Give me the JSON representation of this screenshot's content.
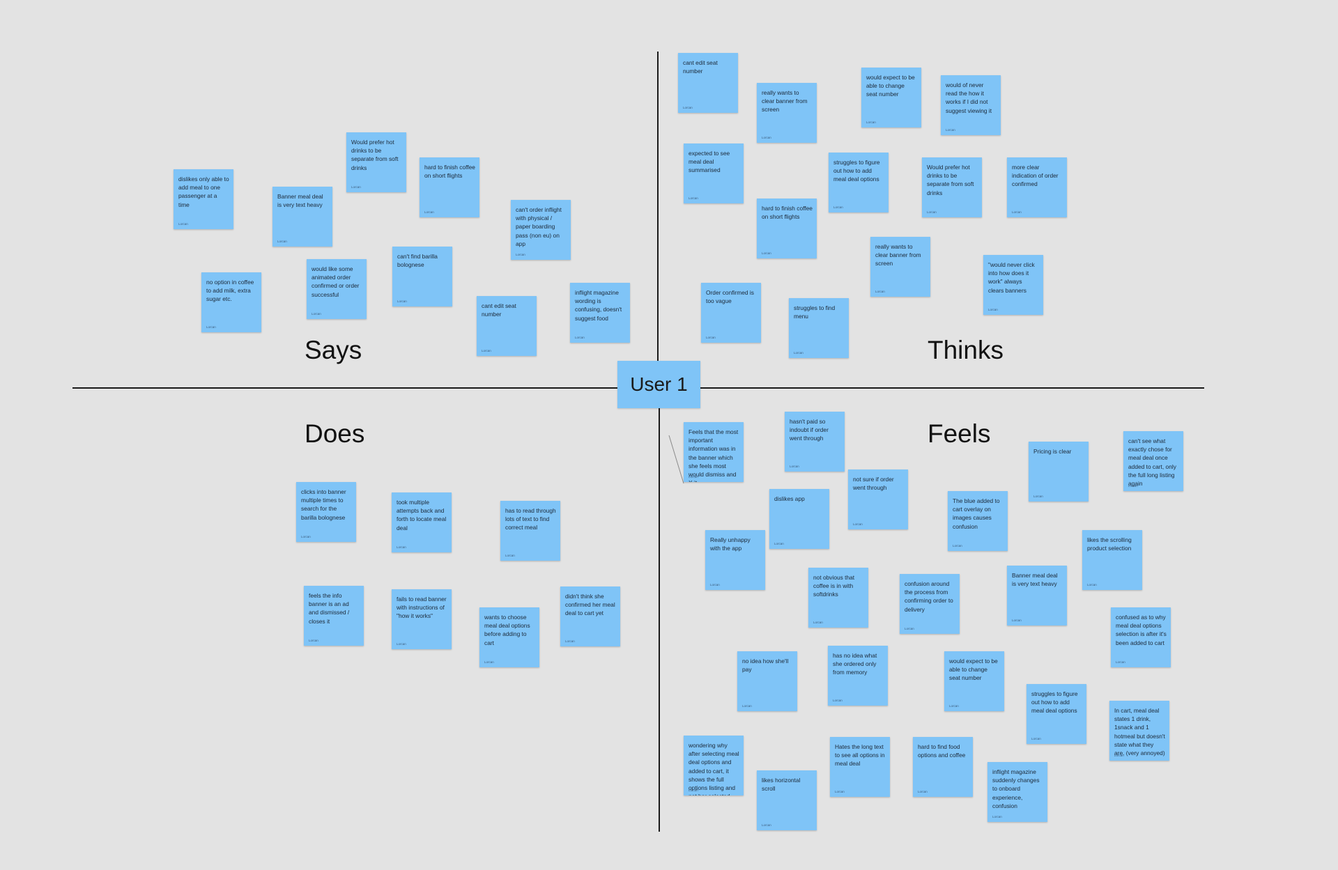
{
  "center_title": "User 1",
  "quadrants": {
    "says": "Says",
    "thinks": "Thinks",
    "does": "Does",
    "feels": "Feels"
  },
  "note_author": "Lorcan",
  "notes": [
    {
      "quadrant": "says",
      "text": "dislikes only able to add meal to one passenger at a time"
    },
    {
      "quadrant": "says",
      "text": "Banner meal deal is very text heavy"
    },
    {
      "quadrant": "says",
      "text": "Would prefer hot drinks to be separate from soft drinks"
    },
    {
      "quadrant": "says",
      "text": "hard to finish coffee on short flights"
    },
    {
      "quadrant": "says",
      "text": "can't order inflight with physical / paper boarding pass (non eu) on app"
    },
    {
      "quadrant": "says",
      "text": "no option in coffee to add milk, extra sugar etc."
    },
    {
      "quadrant": "says",
      "text": "would like some animated order confirmed or order successful"
    },
    {
      "quadrant": "says",
      "text": "can't find barilla bolognese"
    },
    {
      "quadrant": "says",
      "text": "cant edit seat number"
    },
    {
      "quadrant": "says",
      "text": "inflight magazine wording is confusing, doesn't suggest food"
    },
    {
      "quadrant": "thinks",
      "text": "cant edit seat number"
    },
    {
      "quadrant": "thinks",
      "text": "really wants to clear banner from screen"
    },
    {
      "quadrant": "thinks",
      "text": "would expect to be able to change seat number"
    },
    {
      "quadrant": "thinks",
      "text": "would of never read the how it works if I did not suggest viewing it"
    },
    {
      "quadrant": "thinks",
      "text": "expected to see meal deal summarised"
    },
    {
      "quadrant": "thinks",
      "text": "struggles to figure out how to add meal deal options"
    },
    {
      "quadrant": "thinks",
      "text": "Would prefer hot drinks to be separate from soft drinks"
    },
    {
      "quadrant": "thinks",
      "text": "more clear indication of order confirmed"
    },
    {
      "quadrant": "thinks",
      "text": "hard to finish coffee on short flights"
    },
    {
      "quadrant": "thinks",
      "text": "really wants to clear banner from screen"
    },
    {
      "quadrant": "thinks",
      "text": "\"would never click into how does it work\" always clears banners"
    },
    {
      "quadrant": "thinks",
      "text": "Order confirmed is too vague"
    },
    {
      "quadrant": "thinks",
      "text": "struggles to find menu"
    },
    {
      "quadrant": "does",
      "text": "clicks into banner multiple times to search for the barilla bolognese"
    },
    {
      "quadrant": "does",
      "text": "took multiple attempts back and forth to locate meal deal"
    },
    {
      "quadrant": "does",
      "text": "has to read through lots of text to find correct meal"
    },
    {
      "quadrant": "does",
      "text": "feels the info banner is an ad and dismissed / closes it"
    },
    {
      "quadrant": "does",
      "text": "fails to read banner with instructions of \"how it works\""
    },
    {
      "quadrant": "does",
      "text": "wants to choose meal deal options before adding to cart"
    },
    {
      "quadrant": "does",
      "text": "didn't think she confirmed her meal deal to cart yet"
    },
    {
      "quadrant": "feels",
      "text": "Feels that the most important information was in the banner which she feels most would dismiss and X it"
    },
    {
      "quadrant": "feels",
      "text": "hasn't paid so indoubt if order went through"
    },
    {
      "quadrant": "feels",
      "text": "not sure if order went through"
    },
    {
      "quadrant": "feels",
      "text": "Pricing is clear"
    },
    {
      "quadrant": "feels",
      "text": "can't see what exactly chose for meal deal once added to cart, only the full long listing again"
    },
    {
      "quadrant": "feels",
      "text": "dislikes app"
    },
    {
      "quadrant": "feels",
      "text": "The blue added to cart overlay on images causes confusion"
    },
    {
      "quadrant": "feels",
      "text": "Really unhappy with the app"
    },
    {
      "quadrant": "feels",
      "text": "likes the scrolling product selection"
    },
    {
      "quadrant": "feels",
      "text": "not obvious that coffee is in with softdrinks"
    },
    {
      "quadrant": "feels",
      "text": "confusion around the process from confirming order to delivery"
    },
    {
      "quadrant": "feels",
      "text": "Banner meal deal is very text heavy"
    },
    {
      "quadrant": "feels",
      "text": "confused as to why meal deal options selection is after it's been added to cart"
    },
    {
      "quadrant": "feels",
      "text": "no idea how she'll pay"
    },
    {
      "quadrant": "feels",
      "text": "has no idea what she ordered only from memory"
    },
    {
      "quadrant": "feels",
      "text": "would expect to be able to change seat number"
    },
    {
      "quadrant": "feels",
      "text": "struggles to figure out how to add meal deal options"
    },
    {
      "quadrant": "feels",
      "text": "In cart, meal deal states 1 drink, 1snack and 1 hotmeal but doesn't state what they are. (very annoyed)"
    },
    {
      "quadrant": "feels",
      "text": "wondering why after selecting meal deal options and added to cart, it shows the full options listing and not her selected options"
    },
    {
      "quadrant": "feels",
      "text": "likes horizontal scroll"
    },
    {
      "quadrant": "feels",
      "text": "Hates the long text to see all options in meal deal"
    },
    {
      "quadrant": "feels",
      "text": "hard to find food options and coffee"
    },
    {
      "quadrant": "feels",
      "text": "inflight magazine suddenly changes to onboard experience, confusion"
    }
  ]
}
